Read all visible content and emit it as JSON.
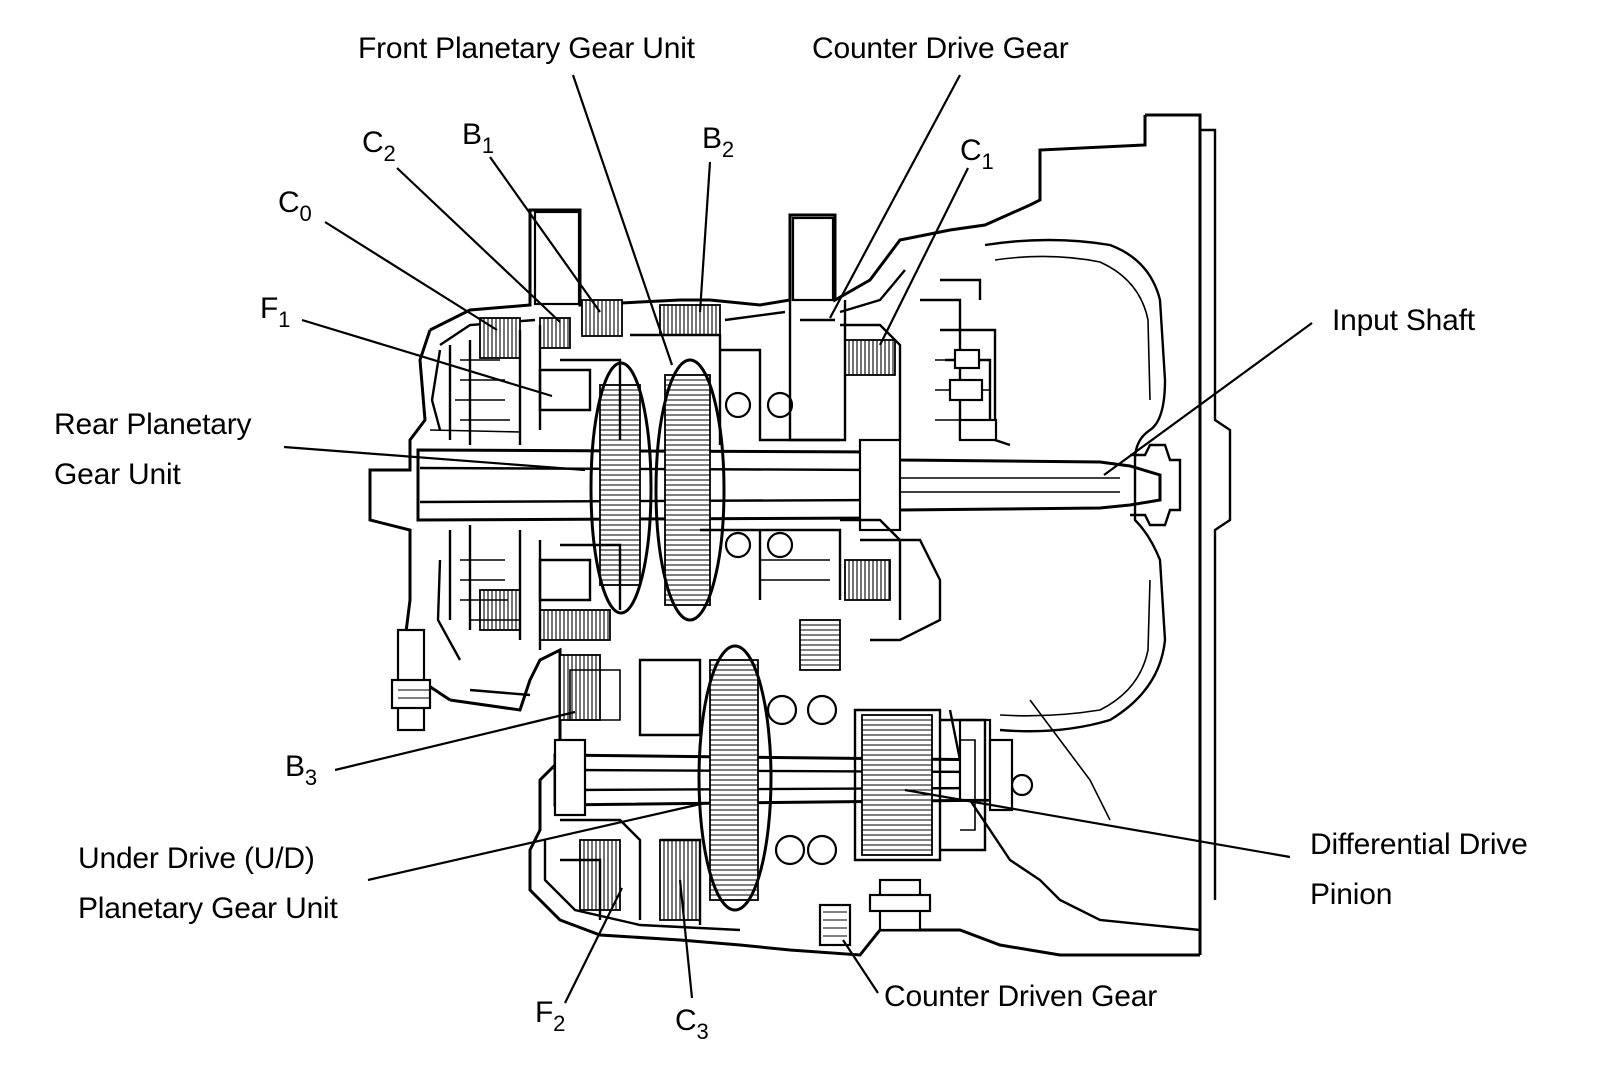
{
  "labels": {
    "front_planetary": "Front Planetary Gear Unit",
    "counter_drive": "Counter Drive Gear",
    "c2": {
      "base": "C",
      "sub": "2"
    },
    "b1": {
      "base": "B",
      "sub": "1"
    },
    "b2": {
      "base": "B",
      "sub": "2"
    },
    "c1": {
      "base": "C",
      "sub": "1"
    },
    "c0": {
      "base": "C",
      "sub": "0"
    },
    "f1": {
      "base": "F",
      "sub": "1"
    },
    "input_shaft": "Input Shaft",
    "rear_planetary": {
      "line1": "Rear Planetary",
      "line2": "Gear Unit"
    },
    "b3": {
      "base": "B",
      "sub": "3"
    },
    "under_drive": {
      "line1": "Under Drive (U/D)",
      "line2": "Planetary Gear Unit"
    },
    "differential": {
      "line1": "Differential Drive",
      "line2": "Pinion"
    },
    "f2": {
      "base": "F",
      "sub": "2"
    },
    "c3": {
      "base": "C",
      "sub": "3"
    },
    "counter_driven": "Counter Driven Gear"
  }
}
